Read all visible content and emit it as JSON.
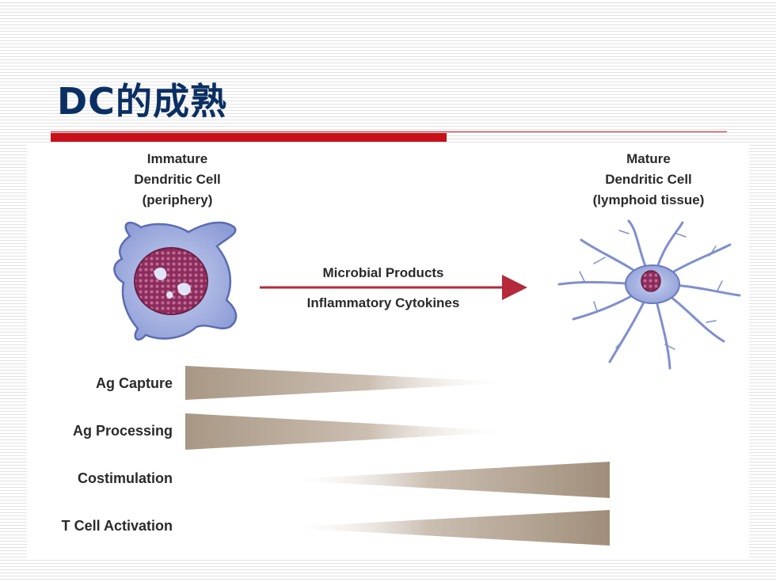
{
  "slide": {
    "title": "DC的成熟"
  },
  "figure": {
    "immature_cell": {
      "line1": "Immature",
      "line2": "Dendritic Cell",
      "line3": "(periphery)"
    },
    "mature_cell": {
      "line1": "Mature",
      "line2": "Dendritic Cell",
      "line3": "(lymphoid tissue)"
    },
    "stimuli": {
      "line1": "Microbial Products",
      "line2": "Inflammatory Cytokines"
    },
    "functions": [
      {
        "label": "Ag Capture",
        "trend": "decreasing"
      },
      {
        "label": "Ag Processing",
        "trend": "decreasing"
      },
      {
        "label": "Costimulation",
        "trend": "increasing"
      },
      {
        "label": "T Cell Activation",
        "trend": "increasing"
      }
    ]
  },
  "colors": {
    "title": "#0b2f63",
    "accent_rule": "#c8101a",
    "arrow": "#b52a3a",
    "wedge": "#a89784",
    "cell_body": "#a9b6e2",
    "cell_outline": "#5b6bb4",
    "nucleus": "#9a3a6a"
  }
}
